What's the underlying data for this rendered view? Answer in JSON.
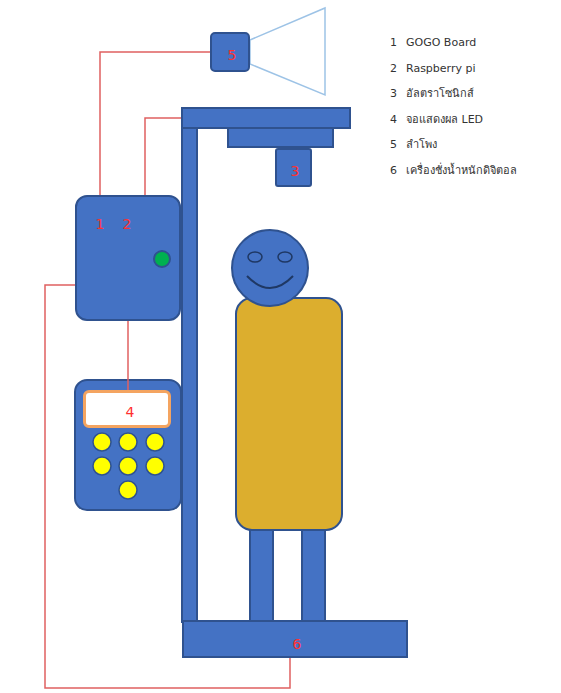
{
  "diagram": {
    "nodes": [
      {
        "text": [
          "5"
        ]
      },
      {
        "text": [
          "3"
        ]
      },
      {
        "text": [
          "1",
          "2"
        ]
      },
      {
        "text": [
          "4"
        ]
      },
      {
        "text": [
          "6"
        ]
      }
    ],
    "edges": [
      {
        "from": 0,
        "to": 2,
        "arrow": "none"
      },
      {
        "from": 2,
        "to": 3,
        "arrow": "none"
      },
      {
        "from": 2,
        "to": 4,
        "arrow": "none"
      }
    ],
    "labels": [
      "1",
      "GOGO Board",
      "2",
      "Raspberry pi",
      "3",
      "อัลตราโซนิกส์",
      "4",
      "จอแสดงผล LED",
      "5",
      "ลำโพง",
      "6",
      "เครื่องชั่งน้ำหนักดิจิตอล"
    ]
  }
}
